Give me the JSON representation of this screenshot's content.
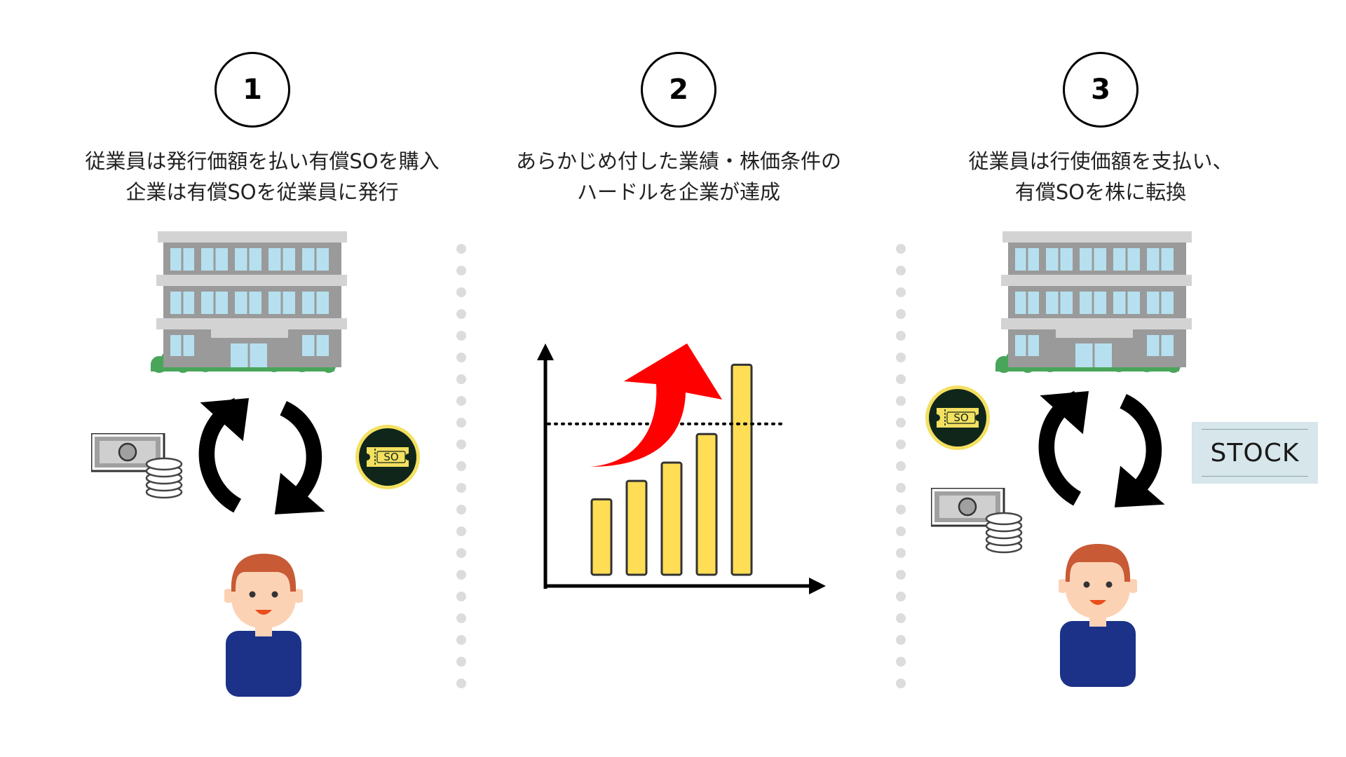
{
  "steps": [
    {
      "number": "1",
      "line1": "従業員は発行価額を払い有償SOを購入",
      "line2": "企業は有償SOを従業員に発行"
    },
    {
      "number": "2",
      "line1": "あらかじめ付した業績・株価条件の",
      "line2": "ハードルを企業が達成"
    },
    {
      "number": "3",
      "line1": "従業員は行使価額を支払い、",
      "line2": "有償SOを株に転換"
    }
  ],
  "badges": {
    "so_label": "SO",
    "stock_label": "STOCK"
  },
  "chart_data": {
    "type": "bar",
    "categories": [
      "",
      "",
      "",
      "",
      ""
    ],
    "values": [
      37,
      46,
      55,
      69,
      103
    ],
    "threshold": 74,
    "ylim": [
      0,
      110
    ],
    "grid": false,
    "bar_color": "#ffdd55",
    "arrow_color": "#ff0000"
  },
  "colors": {
    "building": "#d3d3d3",
    "window": "#b6e0ef",
    "bush": "#49a55a",
    "shirt": "#1b3288",
    "hair": "#c85a35",
    "skin": "#fcd2b5",
    "coin_bg": "#10261a",
    "coin_ring": "#f4e061",
    "ticket": "#f4e061"
  }
}
